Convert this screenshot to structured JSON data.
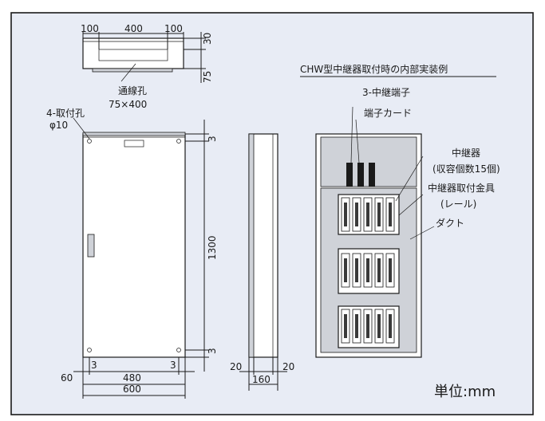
{
  "top_view": {
    "dims": [
      "100",
      "400",
      "100",
      "30",
      "75"
    ],
    "hole_label": "通線孔",
    "hole_size": "75×400"
  },
  "front_view": {
    "mount_label": "4-取付孔",
    "mount_size": "φ10",
    "dim_height": "1300",
    "dim_top_gap": "3",
    "dim_bottom_gap": "3",
    "dim_left_offset": "3",
    "dim_right_offset": "3",
    "dim_inner_width": "480",
    "dim_outer_width": "600",
    "dim_side": "60"
  },
  "side_view": {
    "dim_left": "20",
    "dim_right": "20",
    "dim_depth": "160"
  },
  "internal_view": {
    "title": "CHW型中継器取付時の内部実装例",
    "labels": {
      "terminal": "3-中継端子",
      "card": "端子カード",
      "relay": "中継器",
      "capacity": "(収容個数15個)",
      "bracket": "中継器取付金具",
      "rail": "(レール)",
      "duct": "ダクト"
    }
  },
  "unit": "単位:mm"
}
